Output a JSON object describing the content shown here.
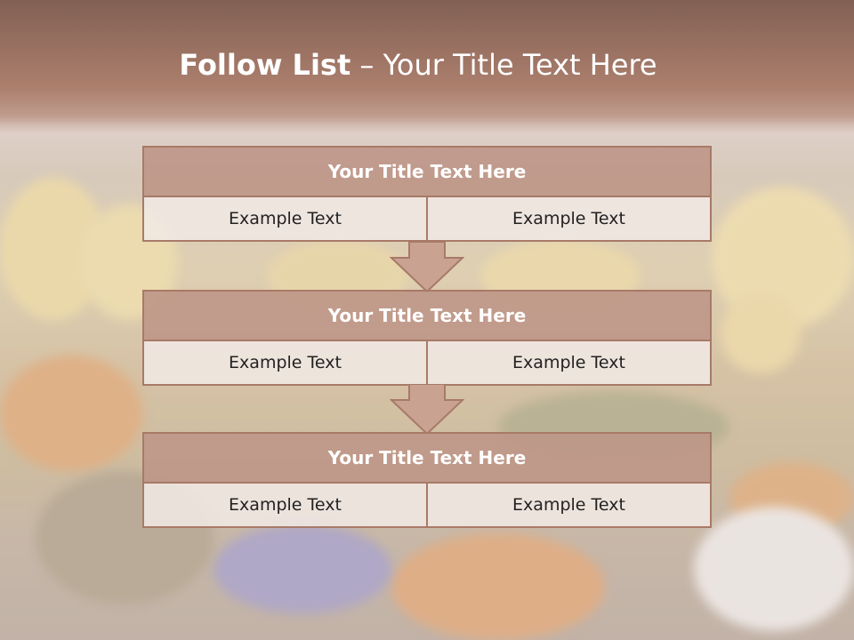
{
  "slide": {
    "title_bold": "Follow List",
    "title_rest": " – Your Title Text Here"
  },
  "steps": [
    {
      "title": "Your Title Text Here",
      "left": "Example Text",
      "right": "Example Text"
    },
    {
      "title": "Your Title Text Here",
      "left": "Example Text",
      "right": "Example Text"
    },
    {
      "title": "Your Title Text Here",
      "left": "Example Text",
      "right": "Example Text"
    }
  ],
  "colors": {
    "accent": "#a87a68",
    "header": "#8a6a5c",
    "box_title_fill": "#be9687",
    "cell_fill": "#f0e8e4"
  }
}
